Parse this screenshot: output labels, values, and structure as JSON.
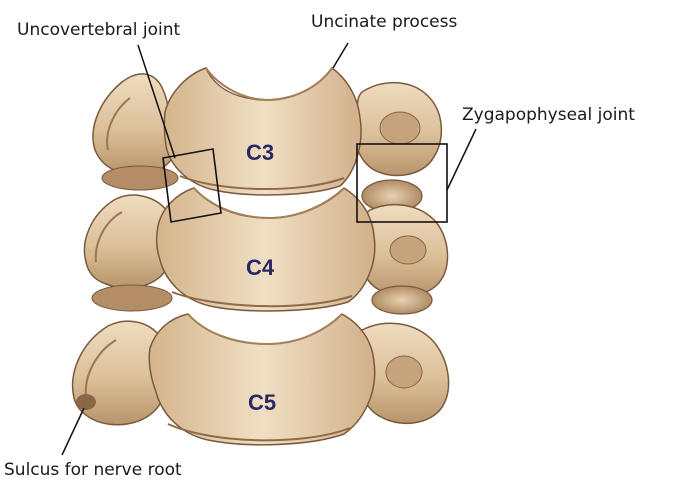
{
  "labels": {
    "uncovertebral_joint": "Uncovertebral joint",
    "uncinate_process": "Uncinate process",
    "zygapophyseal_joint": "Zygapophyseal joint",
    "sulcus_nerve_root": "Sulcus for nerve root"
  },
  "vertebrae": {
    "c3": "C3",
    "c4": "C4",
    "c5": "C5"
  },
  "colors": {
    "bone": "#dcc09a",
    "bone_light": "#ecd8b8",
    "bone_shadow": "#a9825a",
    "bone_dark": "#6e4f35",
    "label_vertebra": "#2a2860",
    "leader": "#111111"
  }
}
